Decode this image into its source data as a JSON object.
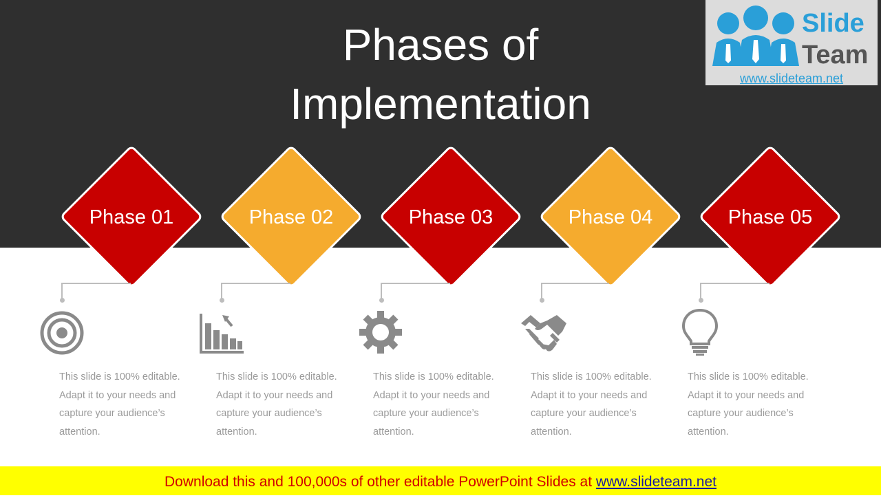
{
  "title": {
    "line1": "Phases of",
    "line2": "Implementation"
  },
  "logo": {
    "word1": "Slide",
    "word2": "Team",
    "url": "www.slideteam.net"
  },
  "phases": [
    {
      "label": "Phase 01",
      "icon": "target-icon",
      "color": "#c80000",
      "desc": [
        "This slide is 100% editable.",
        "Adapt it to your needs and",
        "capture your audience’s",
        "attention."
      ]
    },
    {
      "label": "Phase 02",
      "icon": "bar-chart-icon",
      "color": "#f5ab2e",
      "desc": [
        "This slide is 100% editable.",
        "Adapt it to your needs and",
        "capture your audience’s",
        "attention."
      ]
    },
    {
      "label": "Phase 03",
      "icon": "gear-icon",
      "color": "#c80000",
      "desc": [
        "This slide is 100% editable.",
        "Adapt it to your needs and",
        "capture your audience’s",
        "attention."
      ]
    },
    {
      "label": "Phase 04",
      "icon": "handshake-icon",
      "color": "#f5ab2e",
      "desc": [
        "This slide is 100% editable.",
        "Adapt it to your needs and",
        "capture your audience’s",
        "attention."
      ]
    },
    {
      "label": "Phase 05",
      "icon": "lightbulb-icon",
      "color": "#c80000",
      "desc": [
        "This slide is 100% editable.",
        "Adapt it to your needs and",
        "capture your audience’s",
        "attention."
      ]
    }
  ],
  "banner": {
    "text": "Download this and 100,000s of other editable PowerPoint Slides at ",
    "link": "www.slideteam.net"
  },
  "colors": {
    "dark_band": "#2f2f2f",
    "red": "#c80000",
    "orange": "#f5ab2e",
    "icon_gray": "#8a8a8a",
    "banner_bg": "#ffff00"
  }
}
